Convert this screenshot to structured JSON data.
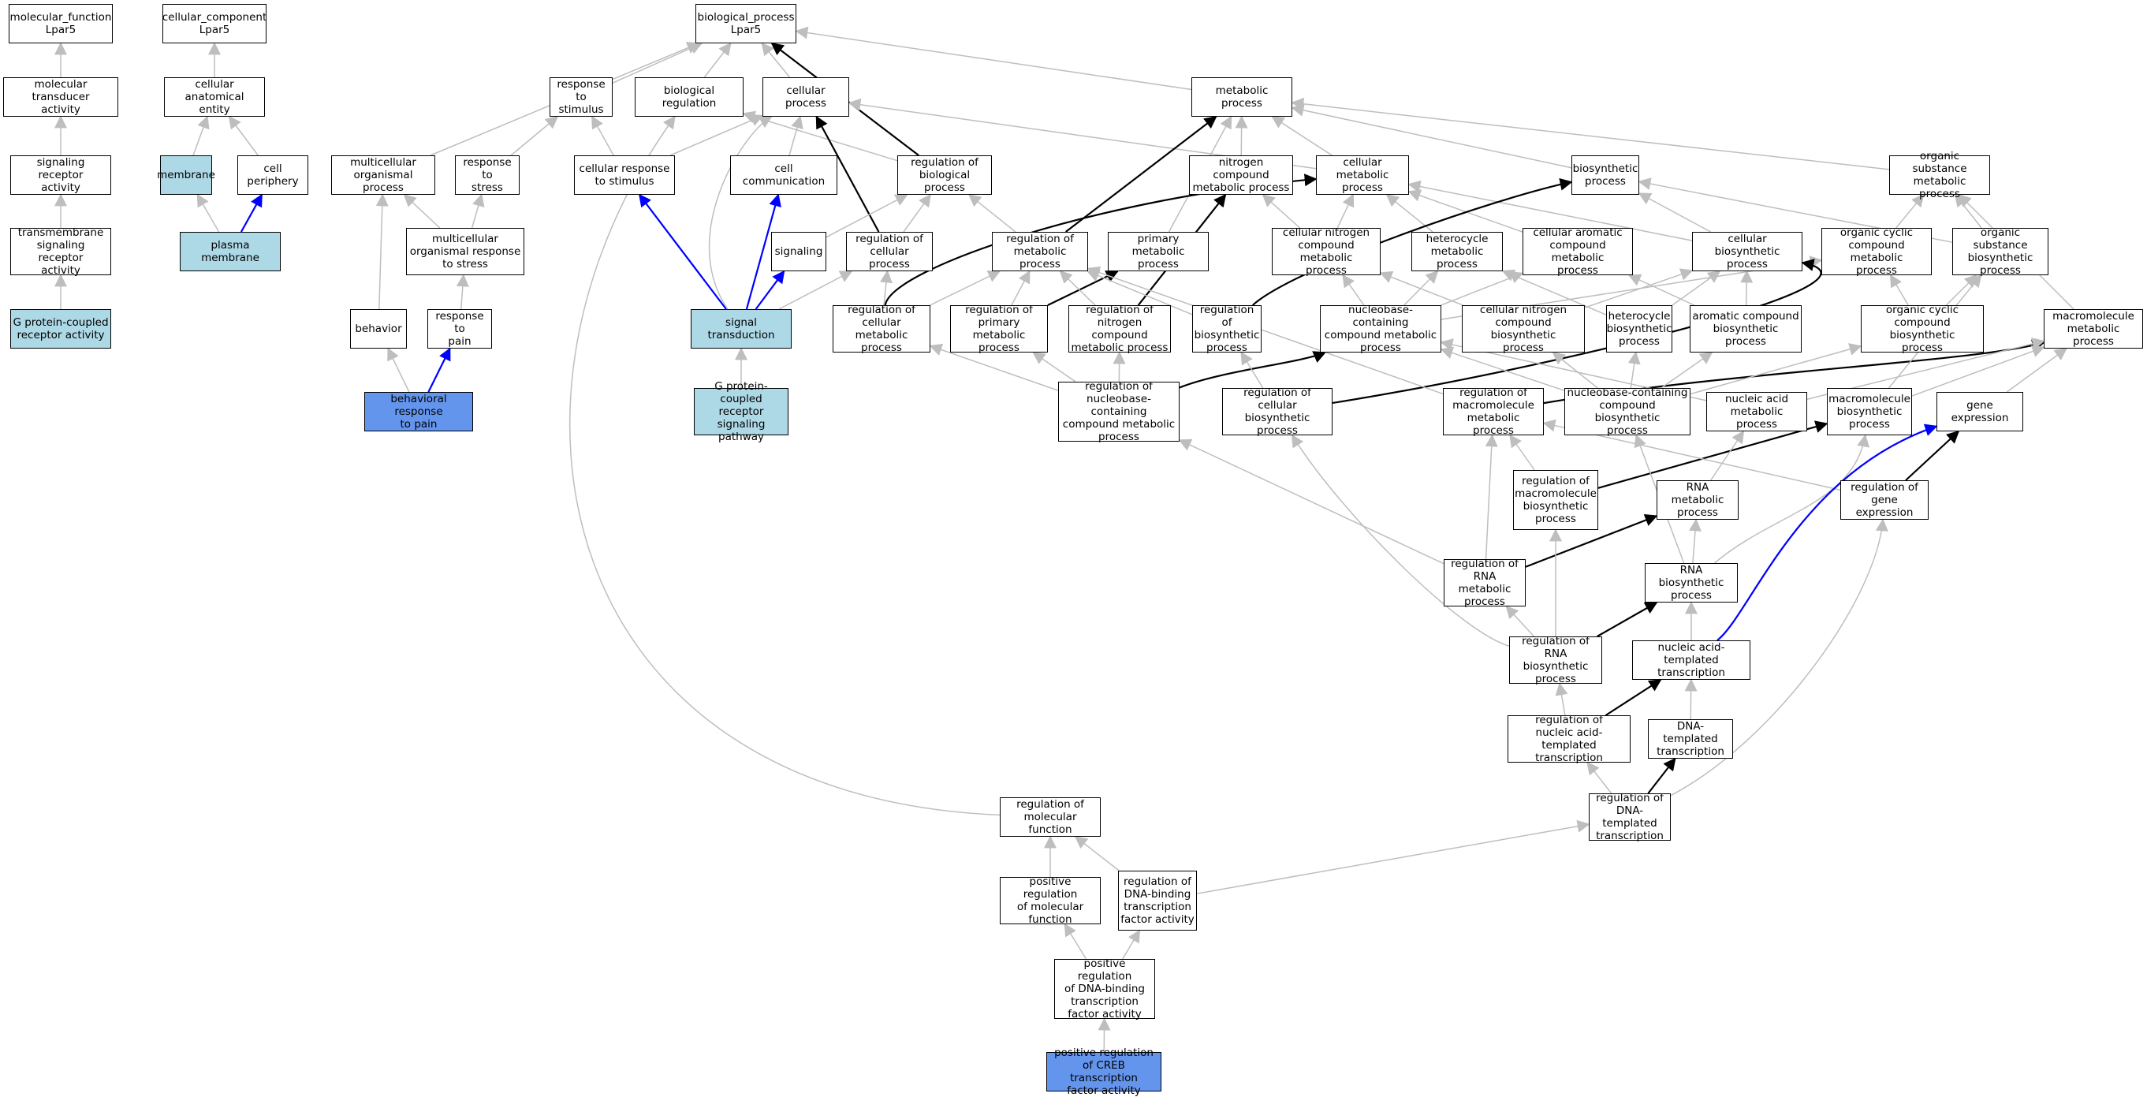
{
  "colors": {
    "default_fill": "#ffffff",
    "light_blue": "#add8e6",
    "cornflower_blue": "#6495ed",
    "edge_gray": "#bebebe",
    "edge_black": "#000000",
    "edge_blue": "#0000ff"
  },
  "nodes": [
    {
      "id": "mf",
      "label": "molecular_function\nLpar5"
    },
    {
      "id": "cc",
      "label": "cellular_component\nLpar5"
    },
    {
      "id": "bp",
      "label": "biological_process\nLpar5"
    },
    {
      "id": "mta",
      "label": "molecular transducer\nactivity"
    },
    {
      "id": "cae",
      "label": "cellular anatomical\nentity"
    },
    {
      "id": "sra",
      "label": "signaling receptor\nactivity"
    },
    {
      "id": "membrane",
      "label": "membrane",
      "fill": "light_blue"
    },
    {
      "id": "cperiph",
      "label": "cell periphery"
    },
    {
      "id": "tsra",
      "label": "transmembrane\nsignaling receptor\nactivity"
    },
    {
      "id": "pmem",
      "label": "plasma membrane",
      "fill": "light_blue"
    },
    {
      "id": "gpcra",
      "label": "G protein-coupled\nreceptor activity",
      "fill": "light_blue"
    },
    {
      "id": "rts",
      "label": "response to\nstimulus"
    },
    {
      "id": "breg",
      "label": "biological regulation"
    },
    {
      "id": "cproc",
      "label": "cellular process"
    },
    {
      "id": "mproc",
      "label": "metabolic process"
    },
    {
      "id": "mop",
      "label": "multicellular\norganismal process"
    },
    {
      "id": "rtstress",
      "label": "response to\nstress"
    },
    {
      "id": "crts",
      "label": "cellular response\nto stimulus"
    },
    {
      "id": "ccomm",
      "label": "cell communication"
    },
    {
      "id": "rbp",
      "label": "regulation of\nbiological process"
    },
    {
      "id": "ncmp",
      "label": "nitrogen compound\nmetabolic process"
    },
    {
      "id": "cmp",
      "label": "cellular metabolic\nprocess"
    },
    {
      "id": "bsp",
      "label": "biosynthetic\nprocess"
    },
    {
      "id": "osmp",
      "label": "organic substance\nmetabolic process"
    },
    {
      "id": "morts",
      "label": "multicellular\norganismal response\nto stress"
    },
    {
      "id": "signaling",
      "label": "signaling"
    },
    {
      "id": "rcp",
      "label": "regulation of\ncellular process"
    },
    {
      "id": "rmp",
      "label": "regulation of\nmetabolic process"
    },
    {
      "id": "pmp",
      "label": "primary metabolic\nprocess"
    },
    {
      "id": "cncmp",
      "label": "cellular nitrogen\ncompound metabolic\nprocess"
    },
    {
      "id": "hmp",
      "label": "heterocycle\nmetabolic process"
    },
    {
      "id": "cacmp",
      "label": "cellular aromatic\ncompound metabolic\nprocess"
    },
    {
      "id": "cbp",
      "label": "cellular biosynthetic\nprocess"
    },
    {
      "id": "occmp",
      "label": "organic cyclic\ncompound metabolic\nprocess"
    },
    {
      "id": "osbp",
      "label": "organic substance\nbiosynthetic\nprocess"
    },
    {
      "id": "behavior",
      "label": "behavior"
    },
    {
      "id": "rtpain",
      "label": "response to\npain"
    },
    {
      "id": "sigtrans",
      "label": "signal transduction",
      "fill": "light_blue"
    },
    {
      "id": "rcmp",
      "label": "regulation of\ncellular metabolic\nprocess"
    },
    {
      "id": "rpmp",
      "label": "regulation of\nprimary metabolic\nprocess"
    },
    {
      "id": "rncmp",
      "label": "regulation of\nnitrogen compound\nmetabolic process"
    },
    {
      "id": "rbsp",
      "label": "regulation of\nbiosynthetic\nprocess"
    },
    {
      "id": "nbcmp",
      "label": "nucleobase-containing\ncompound metabolic\nprocess"
    },
    {
      "id": "cncbp",
      "label": "cellular nitrogen\ncompound biosynthetic\nprocess"
    },
    {
      "id": "hbp",
      "label": "heterocycle\nbiosynthetic\nprocess"
    },
    {
      "id": "acbp",
      "label": "aromatic compound\nbiosynthetic\nprocess"
    },
    {
      "id": "occbp",
      "label": "organic cyclic\ncompound biosynthetic\nprocess"
    },
    {
      "id": "macmp",
      "label": "macromolecule\nmetabolic process"
    },
    {
      "id": "brtp",
      "label": "behavioral response\nto pain",
      "fill": "cornflower_blue"
    },
    {
      "id": "gpcrsp",
      "label": "G protein-coupled\nreceptor signaling\npathway",
      "fill": "light_blue"
    },
    {
      "id": "rnbcmp",
      "label": "regulation of\nnucleobase-containing\ncompound metabolic\nprocess"
    },
    {
      "id": "rcbp",
      "label": "regulation of\ncellular biosynthetic\nprocess"
    },
    {
      "id": "rmmp",
      "label": "regulation of\nmacromolecule\nmetabolic process"
    },
    {
      "id": "nbcbp",
      "label": "nucleobase-containing\ncompound biosynthetic\nprocess"
    },
    {
      "id": "namp",
      "label": "nucleic acid\nmetabolic process"
    },
    {
      "id": "mbp",
      "label": "macromolecule\nbiosynthetic\nprocess"
    },
    {
      "id": "gexp",
      "label": "gene expression"
    },
    {
      "id": "rmbp",
      "label": "regulation of\nmacromolecule\nbiosynthetic\nprocess"
    },
    {
      "id": "rnamp",
      "label": "RNA metabolic\nprocess"
    },
    {
      "id": "rge",
      "label": "regulation of\ngene expression"
    },
    {
      "id": "rrnamp",
      "label": "regulation of\nRNA metabolic\nprocess"
    },
    {
      "id": "rnabp",
      "label": "RNA biosynthetic\nprocess"
    },
    {
      "id": "rrnabp",
      "label": "regulation of\nRNA biosynthetic\nprocess"
    },
    {
      "id": "natt",
      "label": "nucleic acid-templated\ntranscription"
    },
    {
      "id": "rnatt",
      "label": "regulation of\nnucleic acid-templated\ntranscription"
    },
    {
      "id": "dtt",
      "label": "DNA-templated\ntranscription"
    },
    {
      "id": "rmf",
      "label": "regulation of\nmolecular function"
    },
    {
      "id": "rdtt",
      "label": "regulation of\nDNA-templated\ntranscription"
    },
    {
      "id": "prmf",
      "label": "positive regulation\nof molecular\nfunction"
    },
    {
      "id": "rdbtfa",
      "label": "regulation of\nDNA-binding\ntranscription\nfactor activity"
    },
    {
      "id": "prdbtfa",
      "label": "positive regulation\nof DNA-binding\ntranscription\nfactor activity"
    },
    {
      "id": "prcreb",
      "label": "positive regulation\nof CREB transcription\nfactor activity",
      "fill": "cornflower_blue"
    }
  ],
  "edges": [
    {
      "from": "mta",
      "to": "mf",
      "color": "edge_gray"
    },
    {
      "from": "sra",
      "to": "mta",
      "color": "edge_gray"
    },
    {
      "from": "tsra",
      "to": "sra",
      "color": "edge_gray"
    },
    {
      "from": "gpcra",
      "to": "tsra",
      "color": "edge_gray"
    },
    {
      "from": "cae",
      "to": "cc",
      "color": "edge_gray"
    },
    {
      "from": "membrane",
      "to": "cae",
      "color": "edge_gray"
    },
    {
      "from": "cperiph",
      "to": "cae",
      "color": "edge_gray"
    },
    {
      "from": "pmem",
      "to": "membrane",
      "color": "edge_gray"
    },
    {
      "from": "pmem",
      "to": "cperiph",
      "color": "edge_blue"
    },
    {
      "from": "rts",
      "to": "bp",
      "color": "edge_gray"
    },
    {
      "from": "breg",
      "to": "bp",
      "color": "edge_gray"
    },
    {
      "from": "cproc",
      "to": "bp",
      "color": "edge_gray"
    },
    {
      "from": "mproc",
      "to": "bp",
      "color": "edge_gray"
    },
    {
      "from": "mop",
      "to": "bp",
      "color": "edge_gray"
    },
    {
      "from": "rbp",
      "to": "bp",
      "color": "edge_black"
    },
    {
      "from": "rbp",
      "to": "breg",
      "color": "edge_gray"
    },
    {
      "from": "rtstress",
      "to": "rts",
      "color": "edge_gray"
    },
    {
      "from": "crts",
      "to": "rts",
      "color": "edge_gray"
    },
    {
      "from": "crts",
      "to": "cproc",
      "color": "edge_gray"
    },
    {
      "from": "ccomm",
      "to": "cproc",
      "color": "edge_gray"
    },
    {
      "from": "cmp",
      "to": "cproc",
      "color": "edge_gray"
    },
    {
      "from": "rcp",
      "to": "cproc",
      "color": "edge_black"
    },
    {
      "from": "morts",
      "to": "mop",
      "color": "edge_gray"
    },
    {
      "from": "morts",
      "to": "rtstress",
      "color": "edge_gray"
    },
    {
      "from": "behavior",
      "to": "mop",
      "color": "edge_gray"
    },
    {
      "from": "rtpain",
      "to": "morts",
      "color": "edge_gray"
    },
    {
      "from": "brtp",
      "to": "behavior",
      "color": "edge_gray"
    },
    {
      "from": "brtp",
      "to": "rtpain",
      "color": "edge_blue"
    },
    {
      "from": "sigtrans",
      "to": "crts",
      "color": "edge_blue"
    },
    {
      "from": "sigtrans",
      "to": "ccomm",
      "color": "edge_blue"
    },
    {
      "from": "sigtrans",
      "to": "signaling",
      "color": "edge_blue"
    },
    {
      "from": "sigtrans",
      "to": "cproc",
      "color": "edge_gray"
    },
    {
      "from": "sigtrans",
      "to": "rcp",
      "color": "edge_gray"
    },
    {
      "from": "signaling",
      "to": "rbp",
      "color": "edge_gray"
    },
    {
      "from": "gpcrsp",
      "to": "sigtrans",
      "color": "edge_gray"
    },
    {
      "from": "rcp",
      "to": "rbp",
      "color": "edge_gray"
    },
    {
      "from": "rmp",
      "to": "rbp",
      "color": "edge_gray"
    },
    {
      "from": "rmp",
      "to": "mproc",
      "color": "edge_black"
    },
    {
      "from": "ncmp",
      "to": "mproc",
      "color": "edge_gray"
    },
    {
      "from": "cmp",
      "to": "mproc",
      "color": "edge_gray"
    },
    {
      "from": "bsp",
      "to": "mproc",
      "color": "edge_gray"
    },
    {
      "from": "osmp",
      "to": "mproc",
      "color": "edge_gray"
    },
    {
      "from": "pmp",
      "to": "mproc",
      "color": "edge_gray"
    },
    {
      "from": "cncmp",
      "to": "ncmp",
      "color": "edge_gray"
    },
    {
      "from": "cncmp",
      "to": "cmp",
      "color": "edge_gray"
    },
    {
      "from": "hmp",
      "to": "cmp",
      "color": "edge_gray"
    },
    {
      "from": "cacmp",
      "to": "cmp",
      "color": "edge_gray"
    },
    {
      "from": "cbp",
      "to": "cmp",
      "color": "edge_gray"
    },
    {
      "from": "cbp",
      "to": "bsp",
      "color": "edge_gray"
    },
    {
      "from": "occmp",
      "to": "osmp",
      "color": "edge_gray"
    },
    {
      "from": "osbp",
      "to": "osmp",
      "color": "edge_gray"
    },
    {
      "from": "osbp",
      "to": "bsp",
      "color": "edge_gray"
    },
    {
      "from": "macmp",
      "to": "osmp",
      "color": "edge_gray"
    },
    {
      "from": "rcmp",
      "to": "rcp",
      "color": "edge_gray"
    },
    {
      "from": "rcmp",
      "to": "rmp",
      "color": "edge_gray"
    },
    {
      "from": "rcmp",
      "to": "cmp",
      "color": "edge_black"
    },
    {
      "from": "rpmp",
      "to": "rmp",
      "color": "edge_gray"
    },
    {
      "from": "rpmp",
      "to": "pmp",
      "color": "edge_black"
    },
    {
      "from": "rncmp",
      "to": "rmp",
      "color": "edge_gray"
    },
    {
      "from": "rncmp",
      "to": "ncmp",
      "color": "edge_black"
    },
    {
      "from": "rbsp",
      "to": "rmp",
      "color": "edge_gray"
    },
    {
      "from": "rbsp",
      "to": "bsp",
      "color": "edge_black"
    },
    {
      "from": "nbcmp",
      "to": "cncmp",
      "color": "edge_gray"
    },
    {
      "from": "nbcmp",
      "to": "hmp",
      "color": "edge_gray"
    },
    {
      "from": "nbcmp",
      "to": "cacmp",
      "color": "edge_gray"
    },
    {
      "from": "nbcmp",
      "to": "occmp",
      "color": "edge_gray"
    },
    {
      "from": "cncbp",
      "to": "cncmp",
      "color": "edge_gray"
    },
    {
      "from": "cncbp",
      "to": "cbp",
      "color": "edge_gray"
    },
    {
      "from": "hbp",
      "to": "hmp",
      "color": "edge_gray"
    },
    {
      "from": "hbp",
      "to": "cbp",
      "color": "edge_gray"
    },
    {
      "from": "acbp",
      "to": "cacmp",
      "color": "edge_gray"
    },
    {
      "from": "acbp",
      "to": "cbp",
      "color": "edge_gray"
    },
    {
      "from": "occbp",
      "to": "occmp",
      "color": "edge_gray"
    },
    {
      "from": "occbp",
      "to": "osbp",
      "color": "edge_gray"
    },
    {
      "from": "rnbcmp",
      "to": "rcmp",
      "color": "edge_gray"
    },
    {
      "from": "rnbcmp",
      "to": "rpmp",
      "color": "edge_gray"
    },
    {
      "from": "rnbcmp",
      "to": "rncmp",
      "color": "edge_gray"
    },
    {
      "from": "rnbcmp",
      "to": "nbcmp",
      "color": "edge_black"
    },
    {
      "from": "rcbp",
      "to": "rbsp",
      "color": "edge_gray"
    },
    {
      "from": "rcbp",
      "to": "cbp",
      "color": "edge_black"
    },
    {
      "from": "rmmp",
      "to": "rmp",
      "color": "edge_gray"
    },
    {
      "from": "rmmp",
      "to": "macmp",
      "color": "edge_black"
    },
    {
      "from": "nbcbp",
      "to": "nbcmp",
      "color": "edge_gray"
    },
    {
      "from": "nbcbp",
      "to": "cncbp",
      "color": "edge_gray"
    },
    {
      "from": "nbcbp",
      "to": "hbp",
      "color": "edge_gray"
    },
    {
      "from": "nbcbp",
      "to": "acbp",
      "color": "edge_gray"
    },
    {
      "from": "nbcbp",
      "to": "occbp",
      "color": "edge_gray"
    },
    {
      "from": "namp",
      "to": "nbcmp",
      "color": "edge_gray"
    },
    {
      "from": "namp",
      "to": "macmp",
      "color": "edge_gray"
    },
    {
      "from": "mbp",
      "to": "macmp",
      "color": "edge_gray"
    },
    {
      "from": "mbp",
      "to": "osbp",
      "color": "edge_gray"
    },
    {
      "from": "gexp",
      "to": "macmp",
      "color": "edge_gray"
    },
    {
      "from": "rmbp",
      "to": "rmmp",
      "color": "edge_gray"
    },
    {
      "from": "rmbp",
      "to": "mbp",
      "color": "edge_black"
    },
    {
      "from": "rnamp",
      "to": "namp",
      "color": "edge_gray"
    },
    {
      "from": "rge",
      "to": "rmmp",
      "color": "edge_gray"
    },
    {
      "from": "rge",
      "to": "gexp",
      "color": "edge_black"
    },
    {
      "from": "rrnamp",
      "to": "rnbcmp",
      "color": "edge_gray"
    },
    {
      "from": "rrnamp",
      "to": "rmmp",
      "color": "edge_gray"
    },
    {
      "from": "rrnamp",
      "to": "rnamp",
      "color": "edge_black"
    },
    {
      "from": "rnabp",
      "to": "rnamp",
      "color": "edge_gray"
    },
    {
      "from": "rnabp",
      "to": "nbcbp",
      "color": "edge_gray"
    },
    {
      "from": "rnabp",
      "to": "mbp",
      "color": "edge_gray"
    },
    {
      "from": "rrnabp",
      "to": "rrnamp",
      "color": "edge_gray"
    },
    {
      "from": "rrnabp",
      "to": "rmbp",
      "color": "edge_gray"
    },
    {
      "from": "rrnabp",
      "to": "rcbp",
      "color": "edge_gray"
    },
    {
      "from": "rrnabp",
      "to": "rnabp",
      "color": "edge_black"
    },
    {
      "from": "natt",
      "to": "rnabp",
      "color": "edge_gray"
    },
    {
      "from": "natt",
      "to": "gexp",
      "color": "edge_blue"
    },
    {
      "from": "rnatt",
      "to": "rrnabp",
      "color": "edge_gray"
    },
    {
      "from": "rnatt",
      "to": "natt",
      "color": "edge_black"
    },
    {
      "from": "dtt",
      "to": "natt",
      "color": "edge_gray"
    },
    {
      "from": "rdtt",
      "to": "rnatt",
      "color": "edge_gray"
    },
    {
      "from": "rdtt",
      "to": "dtt",
      "color": "edge_black"
    },
    {
      "from": "rdtt",
      "to": "rge",
      "color": "edge_gray"
    },
    {
      "from": "rmf",
      "to": "breg",
      "color": "edge_gray"
    },
    {
      "from": "prmf",
      "to": "rmf",
      "color": "edge_gray"
    },
    {
      "from": "rdbtfa",
      "to": "rmf",
      "color": "edge_gray"
    },
    {
      "from": "rdbtfa",
      "to": "rdtt",
      "color": "edge_gray"
    },
    {
      "from": "prdbtfa",
      "to": "prmf",
      "color": "edge_gray"
    },
    {
      "from": "prdbtfa",
      "to": "rdbtfa",
      "color": "edge_gray"
    },
    {
      "from": "prcreb",
      "to": "prdbtfa",
      "color": "edge_gray"
    }
  ]
}
